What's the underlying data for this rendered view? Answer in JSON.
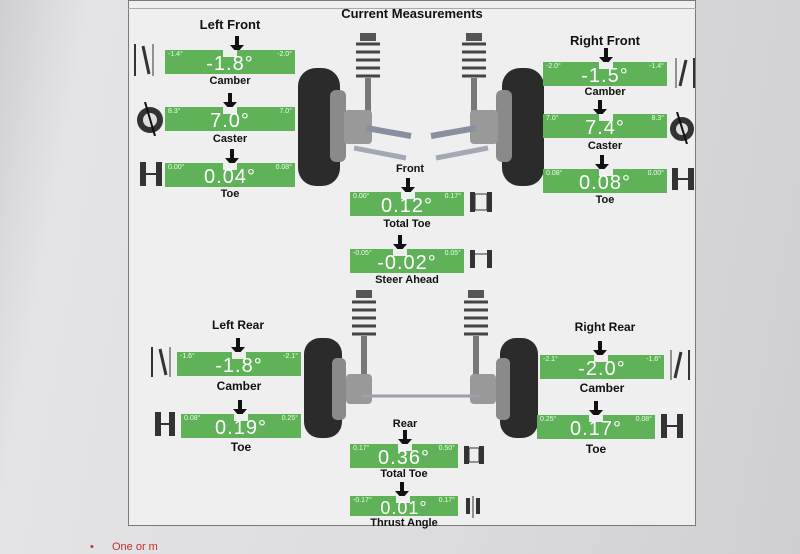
{
  "title": "Current Measurements",
  "front": {
    "left": {
      "label": "Left Front",
      "camber": {
        "label": "Camber",
        "value": "-1.8°",
        "lo": "-1.4°",
        "hi": "-2.0°"
      },
      "caster": {
        "label": "Caster",
        "value": "7.0°",
        "lo": "8.3°",
        "hi": "7.0°"
      },
      "toe": {
        "label": "Toe",
        "value": "0.04°",
        "lo": "0.00°",
        "hi": "0.08°"
      }
    },
    "right": {
      "label": "Right Front",
      "camber": {
        "label": "Camber",
        "value": "-1.5°",
        "lo": "-2.0°",
        "hi": "-1.4°"
      },
      "caster": {
        "label": "Caster",
        "value": "7.4°",
        "lo": "7.0°",
        "hi": "8.3°"
      },
      "toe": {
        "label": "Toe",
        "value": "0.08°",
        "lo": "0.08°",
        "hi": "0.00°"
      }
    },
    "front_label": "Front",
    "total_toe": {
      "label": "Total Toe",
      "value": "0.12°",
      "lo": "0.00°",
      "hi": "0.17°"
    },
    "steer_ahead": {
      "label": "Steer Ahead",
      "value": "-0.02°",
      "lo": "-0.05°",
      "hi": "0.05°"
    }
  },
  "rear": {
    "left": {
      "label": "Left Rear",
      "camber": {
        "label": "Camber",
        "value": "-1.8°",
        "lo": "-1.6°",
        "hi": "-2.1°"
      },
      "toe": {
        "label": "Toe",
        "value": "0.19°",
        "lo": "0.08°",
        "hi": "0.25°"
      }
    },
    "right": {
      "label": "Right Rear",
      "camber": {
        "label": "Camber",
        "value": "-2.0°",
        "lo": "-2.1°",
        "hi": "-1.6°"
      },
      "toe": {
        "label": "Toe",
        "value": "0.17°",
        "lo": "0.25°",
        "hi": "0.08°"
      }
    },
    "rear_label": "Rear",
    "total_toe": {
      "label": "Total Toe",
      "value": "0.36°",
      "lo": "0.17°",
      "hi": "0.50°"
    },
    "thrust_angle": {
      "label": "Thrust Angle",
      "value": "0.01°",
      "lo": "-0.17°",
      "hi": "0.17°"
    }
  },
  "footer_note": "One or m",
  "colors": {
    "meter_green": "#5fb257",
    "paper": "#efefef",
    "note_red": "#c03030"
  }
}
